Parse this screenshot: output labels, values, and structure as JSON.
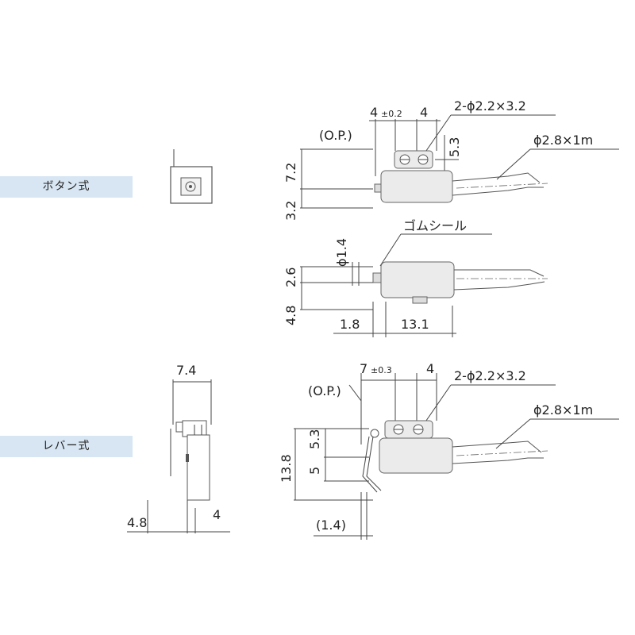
{
  "labels": {
    "button_type": "ボタン式",
    "lever_type": "レバー式"
  },
  "button_section": {
    "op": "(O.P.)",
    "tol_a": "4",
    "tol_a_sup": "±0.2",
    "pitch": "4",
    "holes": "2-ϕ2.2×3.2",
    "hole_off": "5.3",
    "cable": "ϕ2.8×1m",
    "height_upper": "7.2",
    "height_lower": "3.2",
    "seal": "ゴムシール",
    "pin_dia": "ϕ1.4",
    "h_2_6": "2.6",
    "h_4_8": "4.8",
    "len_1_8": "1.8",
    "len_13_1": "13.1"
  },
  "lever_section": {
    "width_top": "7.4",
    "op": "(O.P.)",
    "tol_a": "7",
    "tol_a_sup": "±0.3",
    "pitch": "4",
    "holes": "2-ϕ2.2×3.2",
    "cable": "ϕ2.8×1m",
    "h_13_8": "13.8",
    "h_5": "5",
    "h_5_3": "5.3",
    "bottom_4_8": "4.8",
    "bottom_4": "4",
    "lever_1_4": "(1.4)"
  }
}
